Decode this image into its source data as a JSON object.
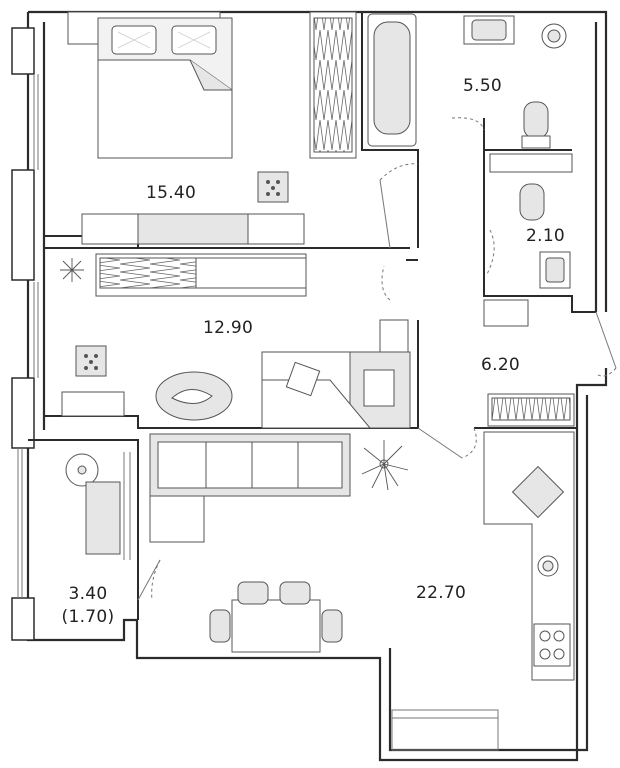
{
  "rooms": {
    "bedroom": {
      "area": "15.40"
    },
    "bathroom": {
      "area": "5.50"
    },
    "toilet": {
      "area": "2.10"
    },
    "living_room": {
      "area": "12.90"
    },
    "hallway": {
      "area": "6.20"
    },
    "balcony": {
      "area": "3.40",
      "area_reduced": "(1.70)"
    },
    "kitchen": {
      "area": "22.70"
    }
  },
  "colors": {
    "wall": "#2b2b2b",
    "furniture_stroke": "#555555",
    "furniture_fill": "#e6e6e6",
    "background": "#ffffff"
  }
}
